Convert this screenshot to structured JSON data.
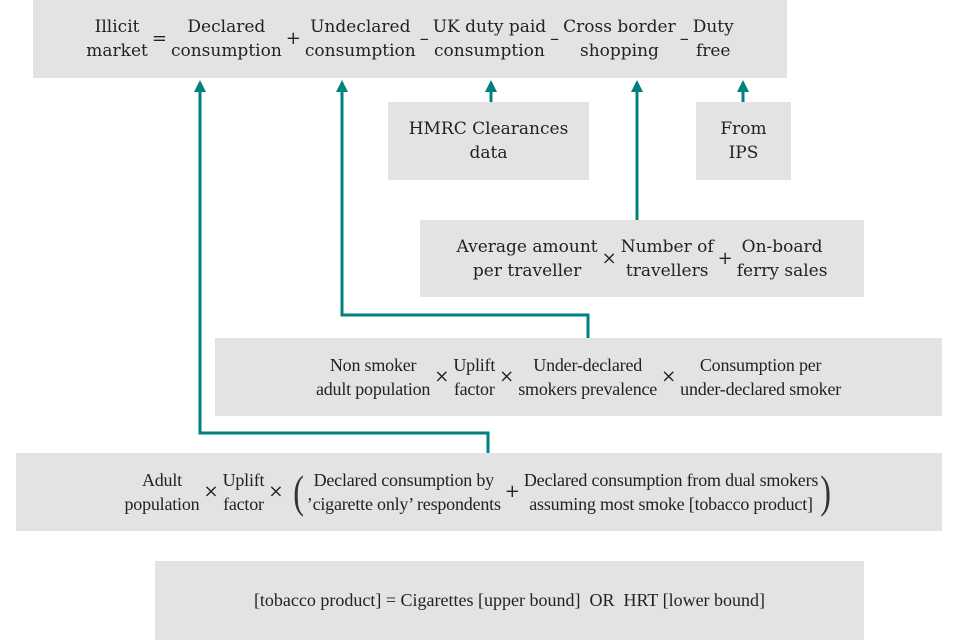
{
  "colors": {
    "box_fill": "#e3e3e3",
    "arrow": "#00807f",
    "text": "#222222"
  },
  "equation_main": {
    "terms": [
      {
        "line1": "Illicit",
        "line2": "market"
      },
      {
        "line1": "Declared",
        "line2": "consumption"
      },
      {
        "line1": "Undeclared",
        "line2": "consumption"
      },
      {
        "line1": "UK duty paid",
        "line2": "consumption"
      },
      {
        "line1": "Cross border",
        "line2": "shopping"
      },
      {
        "line1": "Duty",
        "line2": "free"
      }
    ],
    "operators": [
      "=",
      "+",
      "–",
      "–",
      "–"
    ]
  },
  "hmrc_source": {
    "line1": "HMRC Clearances",
    "line2": "data"
  },
  "ips_source": {
    "line1": "From",
    "line2": "IPS"
  },
  "cross_border_formula": {
    "terms": [
      {
        "line1": "Average amount",
        "line2": "per traveller"
      },
      {
        "line1": "Number of",
        "line2": "travellers"
      },
      {
        "line1": "On-board",
        "line2": "ferry sales"
      }
    ],
    "operators": [
      "×",
      "+"
    ]
  },
  "undeclared_formula": {
    "terms": [
      {
        "line1": "Non smoker",
        "line2": "adult population"
      },
      {
        "line1": "Uplift",
        "line2": "factor"
      },
      {
        "line1": "Under-declared",
        "line2": "smokers prevalence"
      },
      {
        "line1": "Consumption per",
        "line2": "under-declared smoker"
      }
    ],
    "operators": [
      "×",
      "×",
      "×"
    ]
  },
  "declared_formula": {
    "terms": [
      {
        "line1": "Adult",
        "line2": "population"
      },
      {
        "line1": "Uplift",
        "line2": "factor"
      },
      {
        "line1": "Declared consumption by",
        "line2": "’cigarette only’ respondents"
      },
      {
        "line1": "Declared consumption from dual smokers",
        "line2": "assuming most smoke [tobacco product]"
      }
    ],
    "operators": [
      "×",
      "×",
      "+"
    ],
    "paren_open": "(",
    "paren_close": ")"
  },
  "footnote": {
    "text": "[tobacco product] = Cigarettes [upper bound]  OR  HRT [lower bound]"
  }
}
